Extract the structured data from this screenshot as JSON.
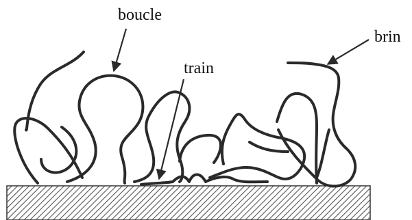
{
  "labels": {
    "loop": "boucle",
    "train": "train",
    "tail": "brin"
  },
  "colors": {
    "stroke": "#2a2a2a",
    "hatch": "#555555",
    "background": "#ffffff"
  }
}
